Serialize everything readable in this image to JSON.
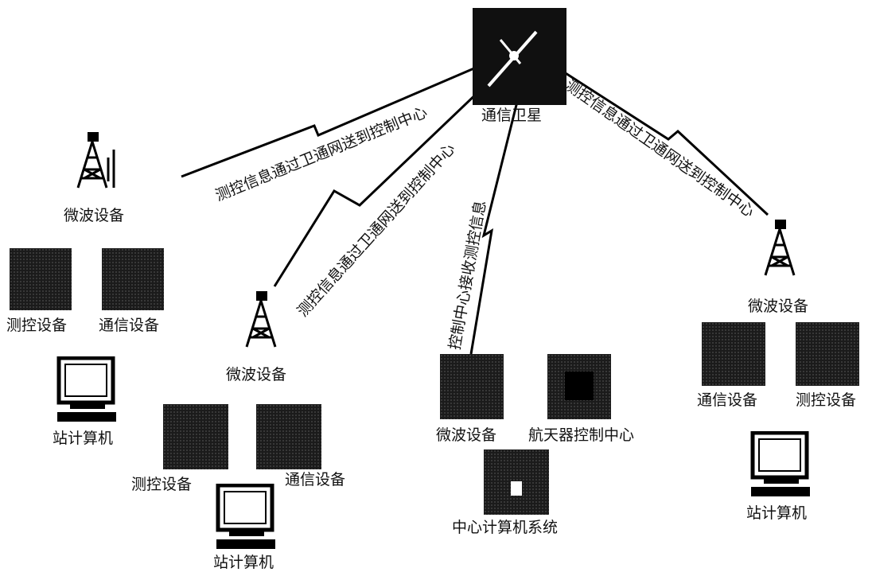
{
  "satellite": {
    "label": "通信卫星"
  },
  "links": {
    "left_top": "测控信息通过卫通网送到控制中心",
    "left_mid": "测控信息通过卫通网送到控制中心",
    "center": "控制中心接收测控信息",
    "right": "测控信息通过卫通网送到控制中心"
  },
  "station_left": {
    "microwave": "微波设备",
    "control": "测控设备",
    "comm": "通信设备",
    "computer": "站计算机"
  },
  "station_mid": {
    "microwave": "微波设备",
    "control": "测控设备",
    "comm": "通信设备",
    "computer": "站计算机"
  },
  "center_station": {
    "microwave": "微波设备",
    "spacecraft_control": "航天器控制中心",
    "computer_system": "中心计算机系统"
  },
  "station_right": {
    "microwave": "微波设备",
    "comm": "通信设备",
    "control": "测控设备",
    "computer": "站计算机"
  }
}
